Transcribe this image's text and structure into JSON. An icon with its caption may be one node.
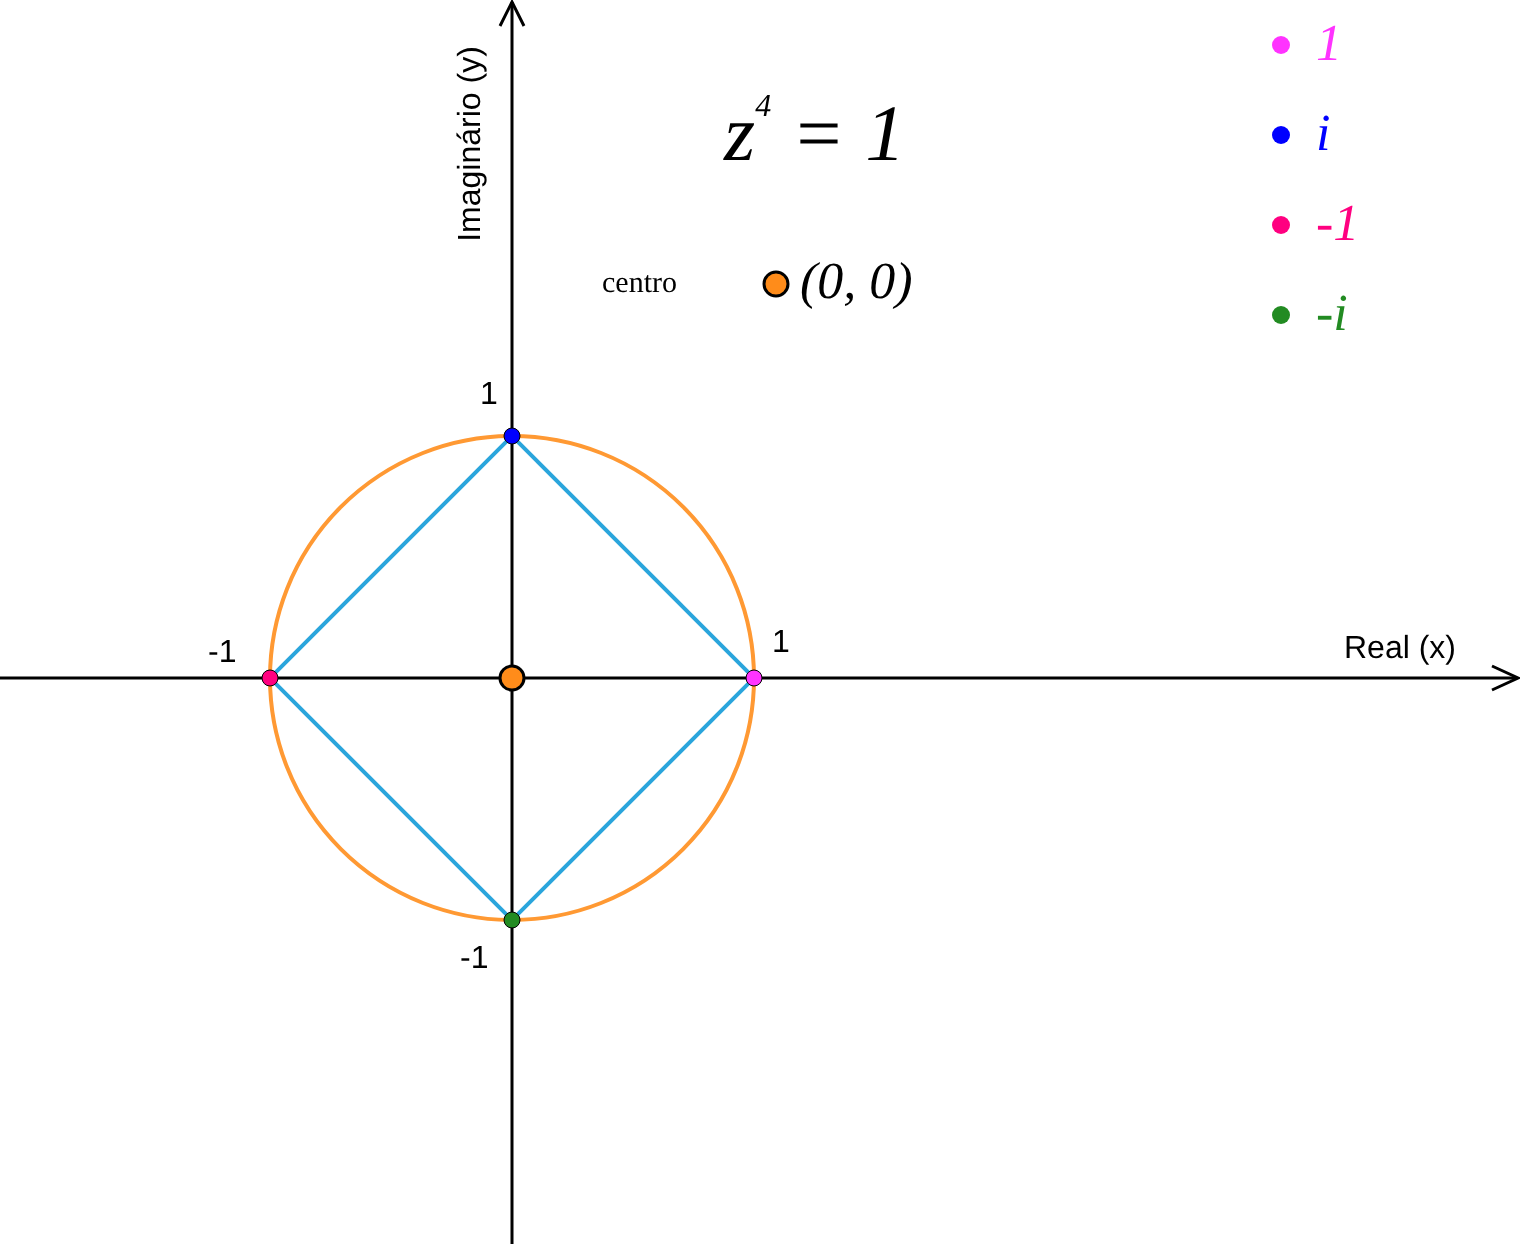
{
  "diagram": {
    "title": "z$^{4}$ = 1",
    "nodes": [
      {
        "text": [],
        "shape": "circle"
      },
      {
        "text": [],
        "shape": "circle"
      },
      {
        "text": [],
        "shape": "circle"
      },
      {
        "text": [],
        "shape": "circle"
      },
      {
        "text": [],
        "shape": "circle"
      },
      {
        "text": [],
        "shape": "circle"
      }
    ],
    "edges": [
      {
        "from": 1,
        "to": 4,
        "arrow": "none"
      },
      {
        "from": 4,
        "to": 5,
        "arrow": "none"
      },
      {
        "from": 5,
        "to": 2,
        "arrow": "none"
      },
      {
        "from": 2,
        "to": 1,
        "arrow": "none"
      }
    ],
    "labels": [
      "Imaginário (y)",
      "centro",
      "(0, 0)",
      "1",
      "-1",
      "1",
      "Real (x)",
      "-1"
    ],
    "legend": [
      {
        "text": "1",
        "color": "#ff33ff"
      },
      {
        "text": "i",
        "color": "#0000ff"
      },
      {
        "text": "-1",
        "color": "#ff0080"
      },
      {
        "text": "-i",
        "color": "#228b22"
      }
    ]
  }
}
